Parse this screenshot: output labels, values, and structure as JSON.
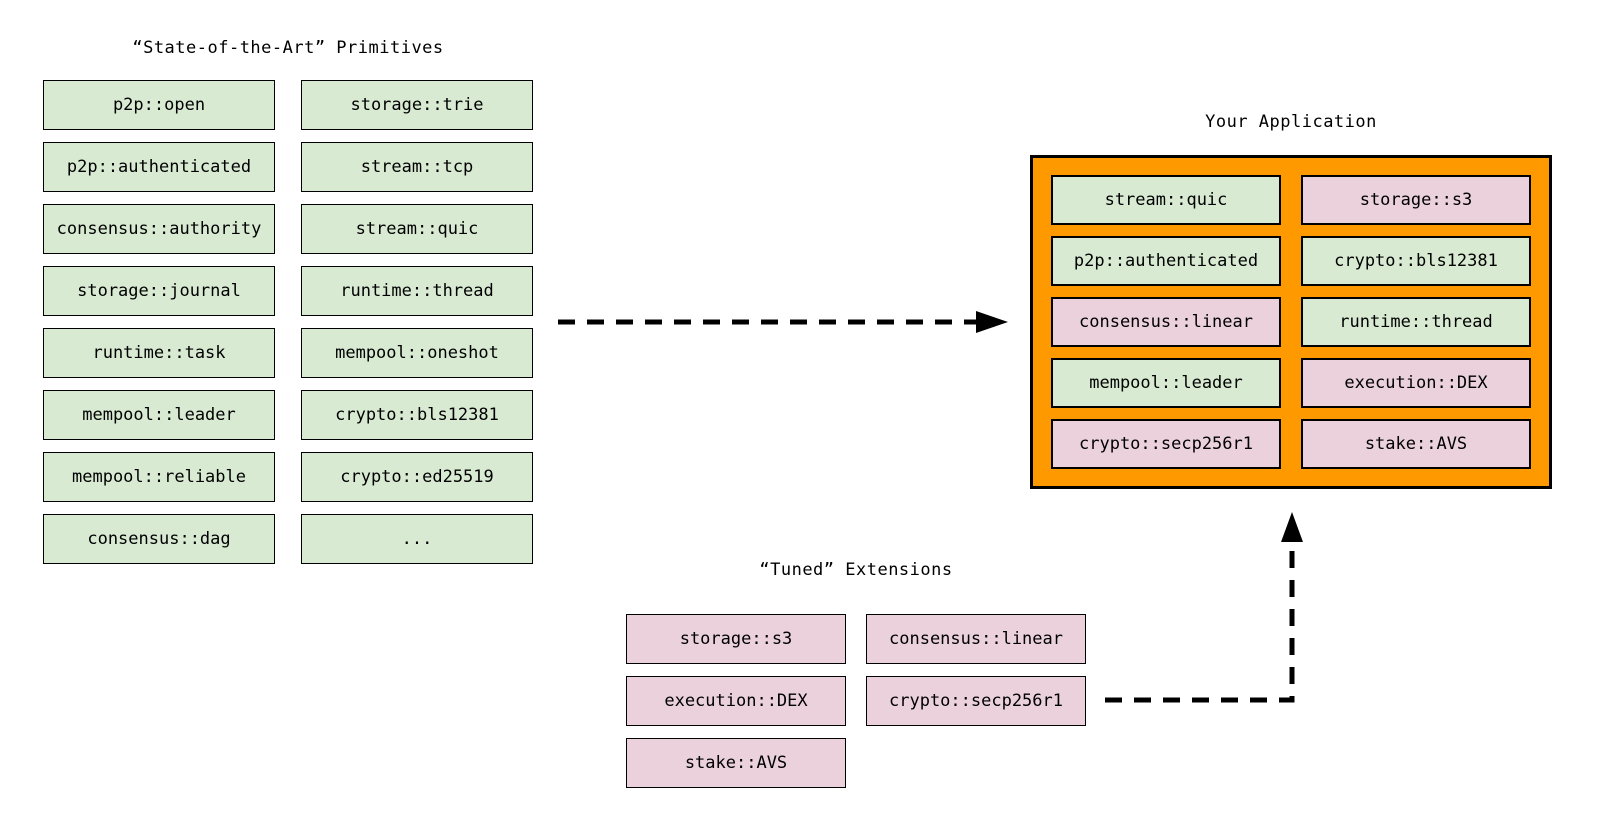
{
  "colors": {
    "background": "#ffffff",
    "ink": "#000000",
    "green": "#d9ead3",
    "pink": "#ead1dc",
    "orange": "#ff9900"
  },
  "primitives": {
    "title": "“State-of-the-Art” Primitives",
    "column_1": [
      "p2p::open",
      "p2p::authenticated",
      "consensus::authority",
      "storage::journal",
      "runtime::task",
      "mempool::leader",
      "mempool::reliable",
      "consensus::dag"
    ],
    "column_2": [
      "storage::trie",
      "stream::tcp",
      "stream::quic",
      "runtime::thread",
      "mempool::oneshot",
      "crypto::bls12381",
      "crypto::ed25519",
      "..."
    ]
  },
  "application": {
    "title": "Your Application",
    "column_1": [
      {
        "label": "stream::quic",
        "variant": "green"
      },
      {
        "label": "p2p::authenticated",
        "variant": "green"
      },
      {
        "label": "consensus::linear",
        "variant": "pink"
      },
      {
        "label": "mempool::leader",
        "variant": "green"
      },
      {
        "label": "crypto::secp256r1",
        "variant": "pink"
      }
    ],
    "column_2": [
      {
        "label": "storage::s3",
        "variant": "pink"
      },
      {
        "label": "crypto::bls12381",
        "variant": "green"
      },
      {
        "label": "runtime::thread",
        "variant": "green"
      },
      {
        "label": "execution::DEX",
        "variant": "pink"
      },
      {
        "label": "stake::AVS",
        "variant": "pink"
      }
    ]
  },
  "extensions": {
    "title": "“Tuned” Extensions",
    "column_1": [
      "storage::s3",
      "execution::DEX",
      "stake::AVS"
    ],
    "column_2": [
      "consensus::linear",
      "crypto::secp256r1"
    ]
  }
}
